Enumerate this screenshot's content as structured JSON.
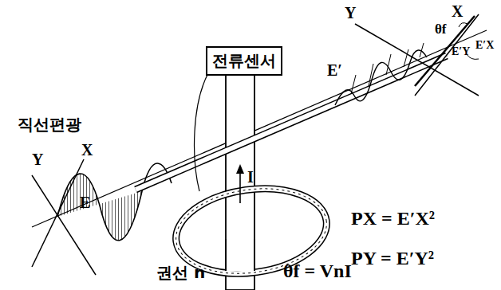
{
  "diagram": {
    "nodes": [
      {
        "text": [
          "전류센서"
        ]
      }
    ],
    "edges": [],
    "labels": [
      "Y",
      "X",
      "직선편광",
      "E",
      "I",
      "권선 n",
      "θf = VnI",
      "PX = E′X²",
      "PY = E′Y²",
      "Y",
      "X",
      "θf",
      "E′Y",
      "E′X",
      "E′"
    ]
  }
}
